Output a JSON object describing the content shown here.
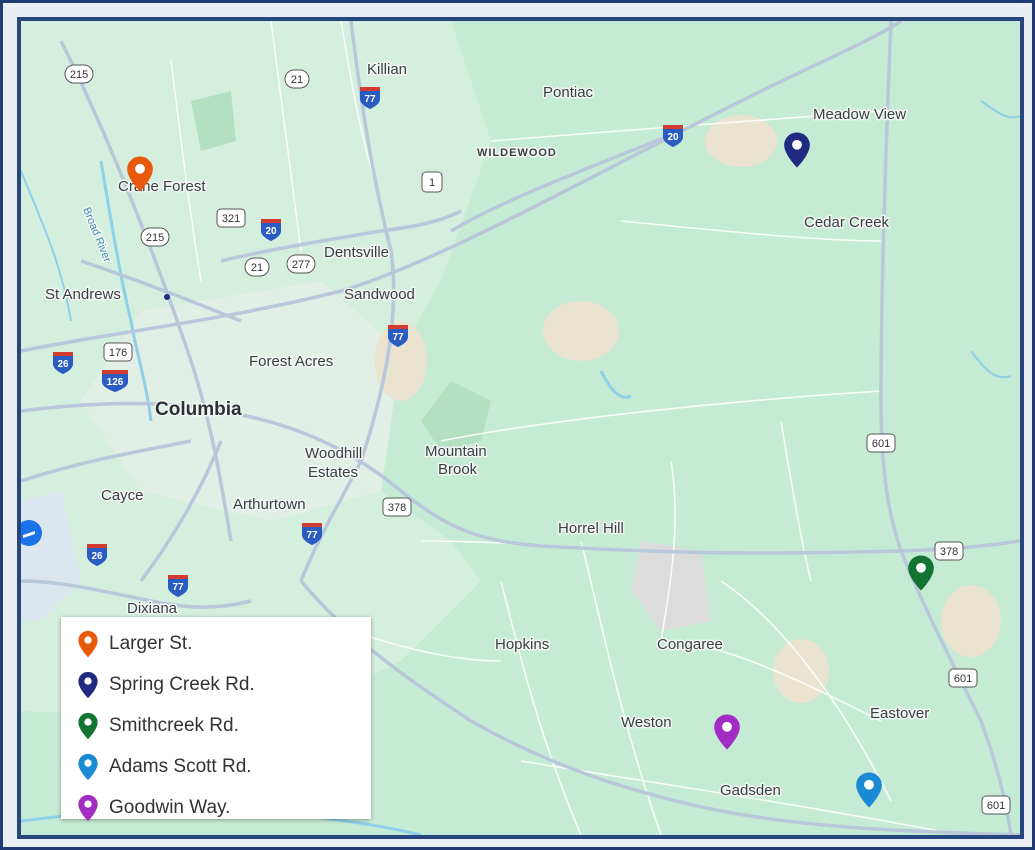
{
  "map": {
    "places": [
      {
        "key": "killian",
        "name": "Killian"
      },
      {
        "key": "pontiac",
        "name": "Pontiac"
      },
      {
        "key": "wildewood",
        "name": "WILDEWOOD"
      },
      {
        "key": "meadow_view",
        "name": "Meadow View"
      },
      {
        "key": "crane_forest",
        "name": "Crane Forest"
      },
      {
        "key": "cedar_creek",
        "name": "Cedar Creek"
      },
      {
        "key": "dentsville",
        "name": "Dentsville"
      },
      {
        "key": "st_andrews",
        "name": "St Andrews"
      },
      {
        "key": "sandwood",
        "name": "Sandwood"
      },
      {
        "key": "forest_acres",
        "name": "Forest Acres"
      },
      {
        "key": "columbia",
        "name": "Columbia"
      },
      {
        "key": "woodhill_1",
        "name": "Woodhill"
      },
      {
        "key": "woodhill_2",
        "name": "Estates"
      },
      {
        "key": "mountain_1",
        "name": "Mountain"
      },
      {
        "key": "mountain_2",
        "name": "Brook"
      },
      {
        "key": "cayce",
        "name": "Cayce"
      },
      {
        "key": "arthurtown",
        "name": "Arthurtown"
      },
      {
        "key": "horrel_hill",
        "name": "Horrel Hill"
      },
      {
        "key": "dixiana",
        "name": "Dixiana"
      },
      {
        "key": "hopkins",
        "name": "Hopkins"
      },
      {
        "key": "congaree",
        "name": "Congaree"
      },
      {
        "key": "eastover",
        "name": "Eastover"
      },
      {
        "key": "weston",
        "name": "Weston"
      },
      {
        "key": "gadsden",
        "name": "Gadsden"
      },
      {
        "key": "broad_river",
        "name": "Broad River"
      }
    ],
    "shields": {
      "s215a": "215",
      "s21a": "21",
      "i77a": "77",
      "i20a": "20",
      "s1": "1",
      "s321": "321",
      "i20b": "20",
      "s215b": "215",
      "s21b": "21",
      "s277": "277",
      "i77b": "77",
      "s176": "176",
      "i26a": "26",
      "i126": "126",
      "s601a": "601",
      "s378a": "378",
      "i77c": "77",
      "i26b": "26",
      "i77d": "77",
      "s378b": "378",
      "s601b": "601",
      "s601c": "601"
    }
  },
  "legend": {
    "items": [
      {
        "label": "Larger St.",
        "color": "#e8590c"
      },
      {
        "label": "Spring Creek Rd.",
        "color": "#1f2a80"
      },
      {
        "label": "Smithcreek Rd.",
        "color": "#137333"
      },
      {
        "label": "Adams Scott Rd.",
        "color": "#1a8ad4"
      },
      {
        "label": "Goodwin Way.",
        "color": "#a32cc4"
      }
    ]
  },
  "pins": [
    {
      "name": "Larger St.",
      "color": "#e8590c"
    },
    {
      "name": "Spring Creek Rd.",
      "color": "#1f2a80"
    },
    {
      "name": "Smithcreek Rd.",
      "color": "#137333"
    },
    {
      "name": "Adams Scott Rd.",
      "color": "#1a8ad4"
    },
    {
      "name": "Goodwin Way.",
      "color": "#a32cc4"
    }
  ]
}
